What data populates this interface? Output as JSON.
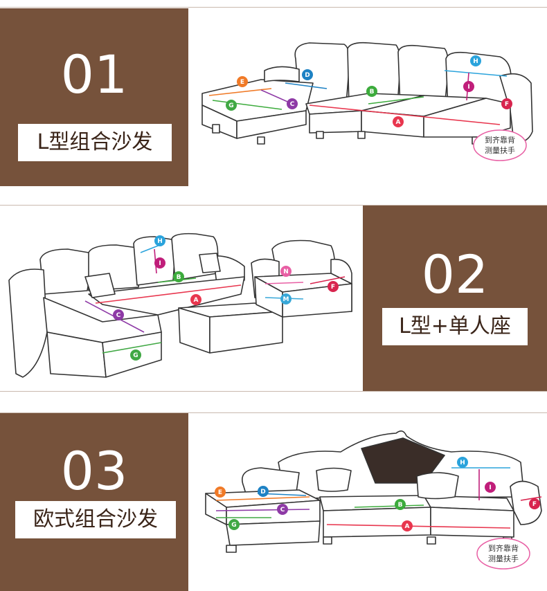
{
  "sections": [
    {
      "number": "01",
      "title": "L型组合沙发"
    },
    {
      "number": "02",
      "title": "L型+单人座"
    },
    {
      "number": "03",
      "title": "欧式组合沙发"
    }
  ],
  "markers": {
    "A": "A",
    "B": "B",
    "C": "C",
    "D": "D",
    "E": "E",
    "F": "F",
    "G": "G",
    "H": "H",
    "I": "I",
    "M": "M",
    "N": "N"
  },
  "note": {
    "line1": "到齐靠背",
    "line2": "测量扶手"
  },
  "colors": {
    "panel": "#76523b",
    "A": "#e8364e",
    "B": "#3cab3c",
    "C": "#8e3aa6",
    "D": "#1e82c4",
    "E": "#f07a27",
    "F": "#d8244e",
    "G": "#40a844",
    "H": "#2aa3dc",
    "I": "#c01e7a",
    "M": "#37a7d8",
    "N": "#e85fa4"
  }
}
